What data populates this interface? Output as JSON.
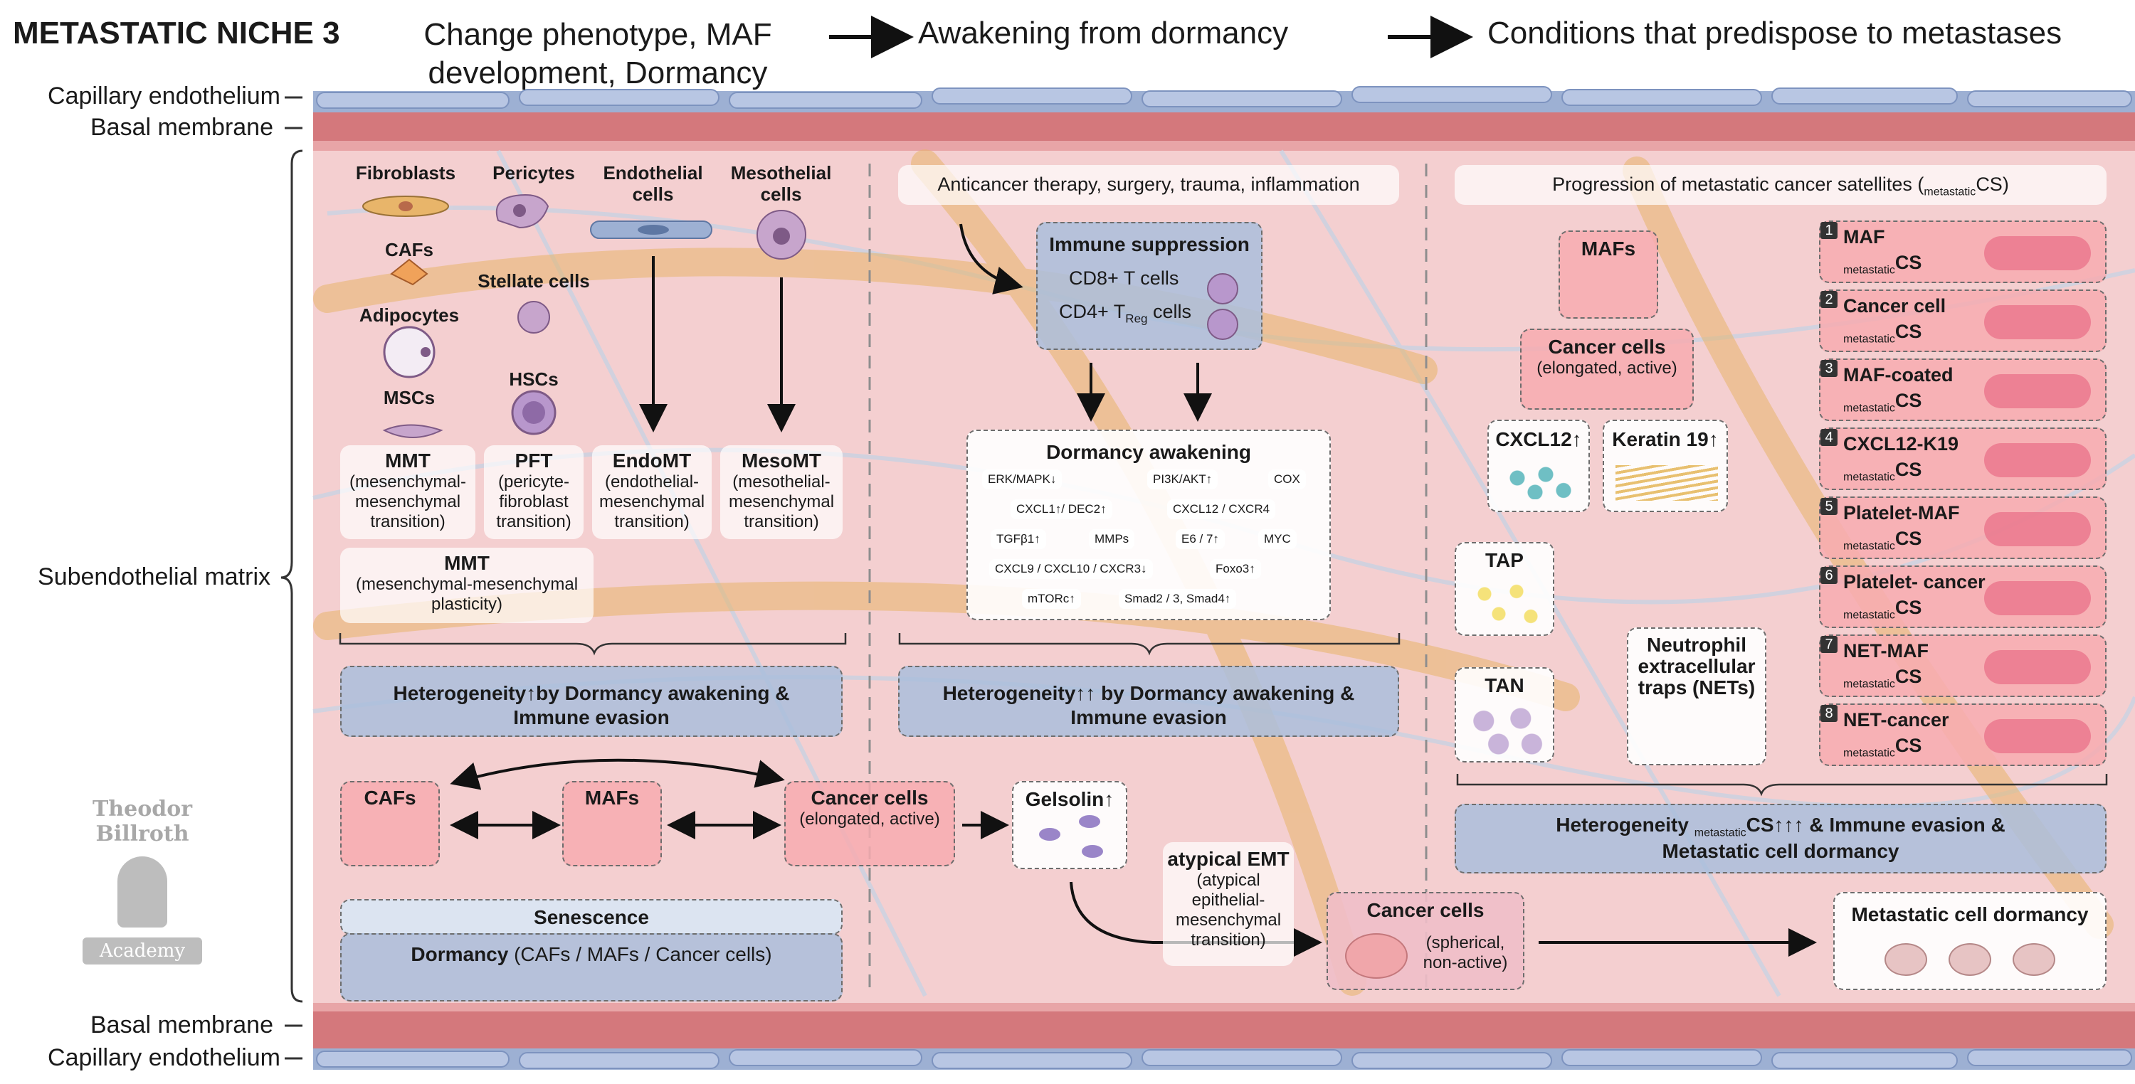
{
  "colors": {
    "vessel": "#d4787c",
    "endothelium": "#9db0d3",
    "matrix": "#f4cfd0",
    "fiber": "#e8b56a",
    "pinkbox": "#f7acb0",
    "bluebox": "#aabedc"
  },
  "header": {
    "title": "METASTATIC NICHE 3",
    "phase1": "Change phenotype, MAF development, Dormancy",
    "phase2": "Awakening from dormancy",
    "phase3": "Conditions that predispose to metastases"
  },
  "layers": {
    "cap_top": "Capillary endothelium",
    "basal_top": "Basal membrane",
    "subendo": "Subendothelial matrix",
    "basal_bottom": "Basal membrane",
    "cap_bottom": "Capillary endothelium"
  },
  "col1": {
    "fibroblasts": "Fibroblasts",
    "pericytes": "Pericytes",
    "endothelial": "Endothelial cells",
    "mesothelial": "Mesothelial cells",
    "cafs": "CAFs",
    "stellate": "Stellate cells",
    "adipocytes": "Adipocytes",
    "hscs": "HSCs",
    "mscs": "MSCs",
    "mmt_t": "MMT",
    "mmt_s": "(mesenchymal-mesenchymal transition)",
    "pft_t": "PFT",
    "pft_s": "(pericyte-fibroblast transition)",
    "endomt_t": "EndoMT",
    "endomt_s": "(endothelial-mesenchymal transition)",
    "mesomt_t": "MesoMT",
    "mesomt_s": "(mesothelial-mesenchymal transition)",
    "mmt2_t": "MMT",
    "mmt2_s": "(mesenchymal-mesenchymal plasticity)",
    "hetero": "Heterogeneity↑by Dormancy awakening & Immune evasion",
    "cafs_box": "CAFs",
    "mafs_box": "MAFs",
    "cancer_box": "Cancer cells",
    "cancer_box_s": "(elongated, active)",
    "senescence": "Senescence",
    "dormancy": "Dormancy",
    "dormancy_s": "(CAFs / MAFs / Cancer cells)",
    "logo_top": "Theodor Billroth",
    "logo_bottom": "Academy"
  },
  "col2": {
    "therapy": "Anticancer therapy, surgery, trauma, inflammation",
    "immune_title": "Immune suppression",
    "cd8": "CD8+ T cells",
    "cd4_a": "CD4+ T",
    "cd4_sub": "Reg",
    "cd4_b": " cells",
    "dormancy_awakening": "Dormancy awakening",
    "markers": [
      "ERK/MAPK↓",
      "PI3K/AKT↑",
      "COX",
      "CXCL1↑/ DEC2↑",
      "CXCL12 / CXCR4",
      "TGFβ1↑",
      "MMPs",
      "E6 / 7↑",
      "MYC",
      "CXCL9 / CXCL10 / CXCR3↓",
      "Foxo3↑",
      "mTORc↑",
      "Smad2 / 3, Smad4↑"
    ],
    "hetero": "Heterogeneity↑↑ by Dormancy awakening & Immune evasion",
    "gelsolin": "Gelsolin↑",
    "atypical_t": "atypical EMT",
    "atypical_s": "(atypical epithelial-mesenchymal transition)",
    "cancer_sph": "Cancer cells",
    "cancer_sph_s": "(spherical, non-active)"
  },
  "col3": {
    "progression_a": "Progression of metastatic cancer satellites (",
    "progression_sub": "metastatic",
    "progression_b": "CS)",
    "mafs": "MAFs",
    "cancer": "Cancer cells",
    "cancer_s": "(elongated, active)",
    "cxcl12": "CXCL12↑",
    "keratin": "Keratin 19↑",
    "tap": "TAP",
    "tan": "TAN",
    "nets": "Neutrophil extracellular traps (NETs)",
    "satellites": [
      {
        "n": "1",
        "name": "MAF"
      },
      {
        "n": "2",
        "name": "Cancer cell"
      },
      {
        "n": "3",
        "name": "MAF-coated"
      },
      {
        "n": "4",
        "name": "CXCL12-K19"
      },
      {
        "n": "5",
        "name": "Platelet-MAF"
      },
      {
        "n": "6",
        "name": "Platelet- cancer"
      },
      {
        "n": "7",
        "name": "NET-MAF"
      },
      {
        "n": "8",
        "name": "NET-cancer"
      }
    ],
    "sat_sub": "metastatic",
    "sat_cs": "CS",
    "hetero_a": "Heterogeneity ",
    "hetero_sub": "metastatic",
    "hetero_b": "CS↑↑↑ & Immune evasion &",
    "hetero_c": "Metastatic cell dormancy",
    "met_dormancy": "Metastatic cell dormancy"
  }
}
